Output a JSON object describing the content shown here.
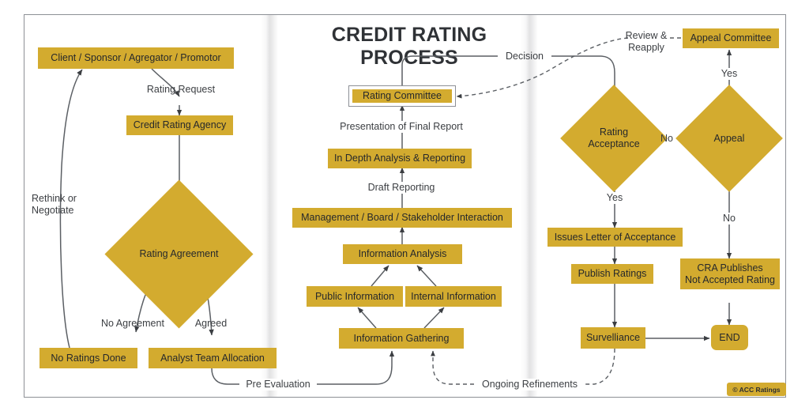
{
  "diagram": {
    "title": "CREDIT RATING PROCESS",
    "footer_badge": "© ACC Ratings",
    "colors": {
      "gold": "#D3AB2F",
      "frame": "#8d9096",
      "text": "#26282b",
      "title": "#2f3236"
    }
  },
  "panels": {
    "left": {
      "nodes": [
        {
          "id": "client",
          "label": "Client / Sponsor / Agregator / Promotor",
          "shape": "rect"
        },
        {
          "id": "cra",
          "label": "Credit Rating Agency",
          "shape": "rect"
        },
        {
          "id": "agreement",
          "label": "Rating\nAgreement",
          "shape": "diamond"
        },
        {
          "id": "noratings",
          "label": "No Ratings Done",
          "shape": "rect"
        },
        {
          "id": "analyst",
          "label": "Analyst Team Allocation",
          "shape": "rect"
        }
      ],
      "edge_labels": [
        {
          "id": "rating-request",
          "text": "Rating Request"
        },
        {
          "id": "rethink-negotiate",
          "text": "Rethink or\nNegotiate"
        },
        {
          "id": "no-agreement",
          "text": "No Agreement"
        },
        {
          "id": "agreed",
          "text": "Agreed"
        }
      ]
    },
    "middle": {
      "nodes": [
        {
          "id": "rating-committee",
          "label": "Rating Committee",
          "shape": "framed-rect"
        },
        {
          "id": "in-depth",
          "label": "In Depth Analysis & Reporting",
          "shape": "rect"
        },
        {
          "id": "mgmt",
          "label": "Management / Board / Stakeholder Interaction",
          "shape": "rect"
        },
        {
          "id": "info-analysis",
          "label": "Information Analysis",
          "shape": "rect"
        },
        {
          "id": "public-info",
          "label": "Public Information",
          "shape": "rect"
        },
        {
          "id": "internal-info",
          "label": "Internal Information",
          "shape": "rect"
        },
        {
          "id": "info-gathering",
          "label": "Information Gathering",
          "shape": "rect"
        }
      ],
      "edge_labels": [
        {
          "id": "decision",
          "text": "Decision"
        },
        {
          "id": "presentation",
          "text": "Presentation of Final Report"
        },
        {
          "id": "draft-reporting",
          "text": "Draft Reporting"
        },
        {
          "id": "pre-evaluation",
          "text": "Pre Evaluation"
        },
        {
          "id": "ongoing-refinements",
          "text": "Ongoing Refinements"
        }
      ]
    },
    "right": {
      "nodes": [
        {
          "id": "appeal-committee",
          "label": "Appeal Committee",
          "shape": "rect"
        },
        {
          "id": "rating-acceptance",
          "label": "Rating\nAcceptance",
          "shape": "diamond"
        },
        {
          "id": "appeal",
          "label": "Appeal",
          "shape": "diamond"
        },
        {
          "id": "issues-letter",
          "label": "Issues Letter of Acceptance",
          "shape": "rect"
        },
        {
          "id": "publish-ratings",
          "label": "Publish Ratings",
          "shape": "rect"
        },
        {
          "id": "cra-publishes",
          "label": "CRA Publishes\nNot Accepted Rating",
          "shape": "rect"
        },
        {
          "id": "survelliance",
          "label": "Survelliance",
          "shape": "rect"
        },
        {
          "id": "end",
          "label": "END",
          "shape": "rounded-rect"
        }
      ],
      "edge_labels": [
        {
          "id": "review-reapply",
          "text": "Review &\nReapply"
        },
        {
          "id": "yes-appeal",
          "text": "Yes"
        },
        {
          "id": "no-acceptance",
          "text": "No"
        },
        {
          "id": "yes-acceptance",
          "text": "Yes"
        },
        {
          "id": "no-appeal",
          "text": "No"
        }
      ]
    }
  }
}
